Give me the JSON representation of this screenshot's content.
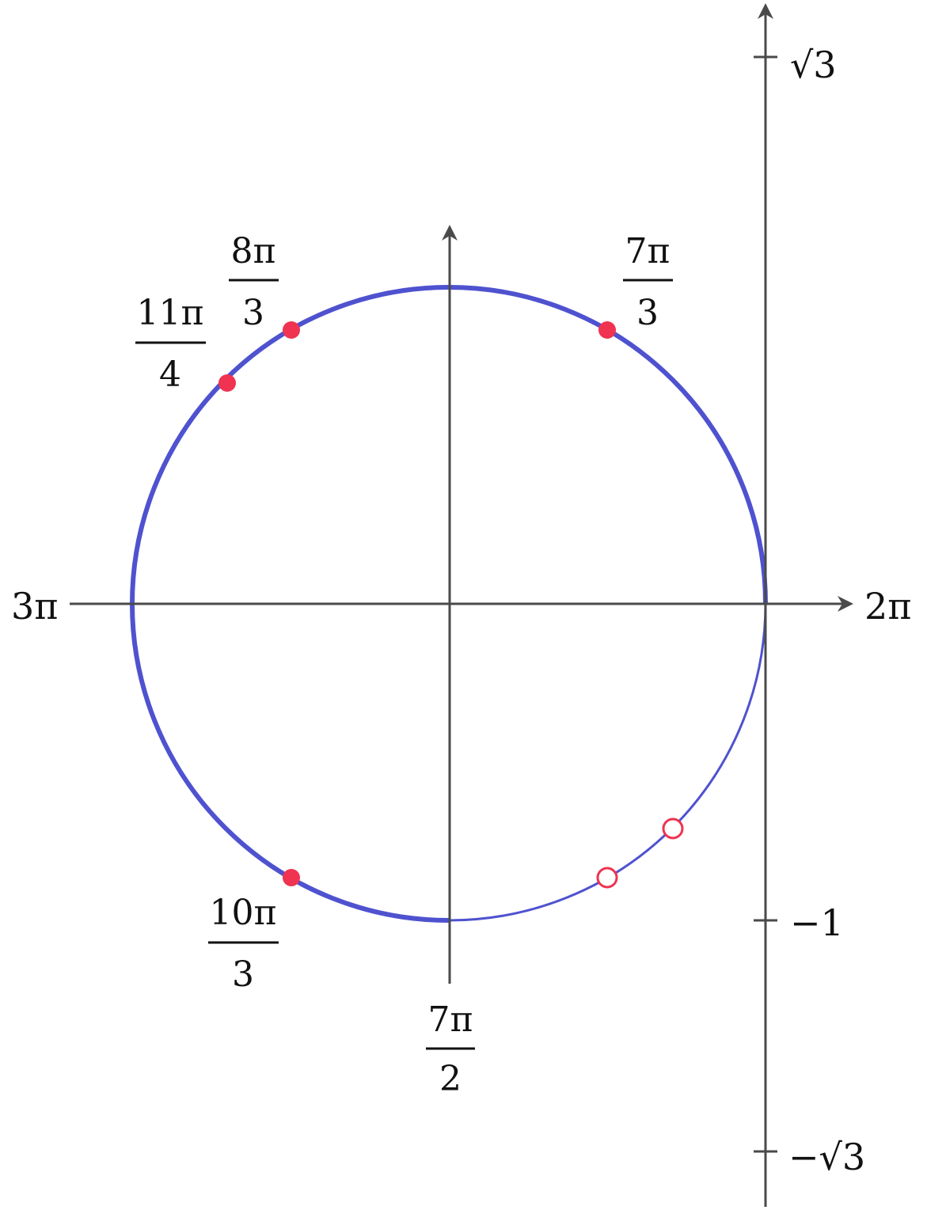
{
  "diagram": {
    "colors": {
      "axis": "#4a4a4a",
      "circle": "#4f52cf",
      "point": "#ef3350",
      "text": "#111111"
    },
    "horizontal_axis": {
      "left_label": "3π",
      "right_label": "2π",
      "bottom_label": {
        "numerator": "7π",
        "denominator": "2"
      }
    },
    "circle_points": [
      {
        "id": "pt-7pi-3",
        "label": {
          "numerator": "7π",
          "denominator": "3"
        },
        "filled": true
      },
      {
        "id": "pt-8pi-3",
        "label": {
          "numerator": "8π",
          "denominator": "3"
        },
        "filled": true
      },
      {
        "id": "pt-11pi-4",
        "label": {
          "numerator": "11π",
          "denominator": "4"
        },
        "filled": true
      },
      {
        "id": "pt-10pi-3",
        "label": {
          "numerator": "10π",
          "denominator": "3"
        },
        "filled": true
      },
      {
        "id": "pt-open-1",
        "filled": false
      },
      {
        "id": "pt-open-2",
        "filled": false
      }
    ],
    "tangent_axis": {
      "ticks": [
        {
          "id": "sqrt3",
          "label": "√3",
          "value": 1.732
        },
        {
          "id": "neg1",
          "label": "−1",
          "value": -1
        },
        {
          "id": "neg-sqrt3",
          "label": "−√3",
          "value": -1.732
        }
      ]
    }
  }
}
